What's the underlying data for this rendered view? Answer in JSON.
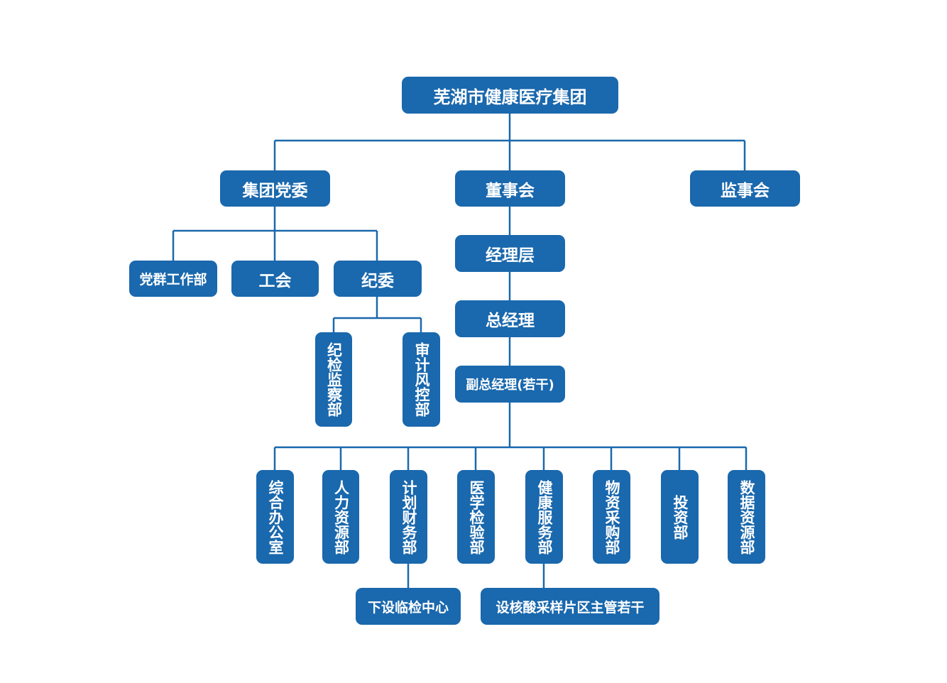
{
  "org": {
    "root": "芜湖市健康医疗集团",
    "party": "集团党委",
    "board": "董事会",
    "supervisors": "监事会",
    "party_work": "党群工作部",
    "union": "工会",
    "discipline": "纪委",
    "discipline_inspection": "纪检监察部",
    "audit_risk": "审计风控部",
    "management": "经理层",
    "gm": "总经理",
    "deputy_gm": "副总经理(若干)",
    "general_office": "综合办公室",
    "hr": "人力资源部",
    "finance": "计划财务部",
    "lab": "医学检验部",
    "health_services": "健康服务部",
    "procurement": "物资采购部",
    "investment": "投资部",
    "data_resources": "数据资源部",
    "testing_center": "下设临检中心",
    "nucleic_managers": "设核酸采样片区主管若干"
  },
  "colors": {
    "box": "#1a68ad",
    "line": "#1a68ad",
    "text": "#ffffff",
    "background": "#ffffff"
  }
}
